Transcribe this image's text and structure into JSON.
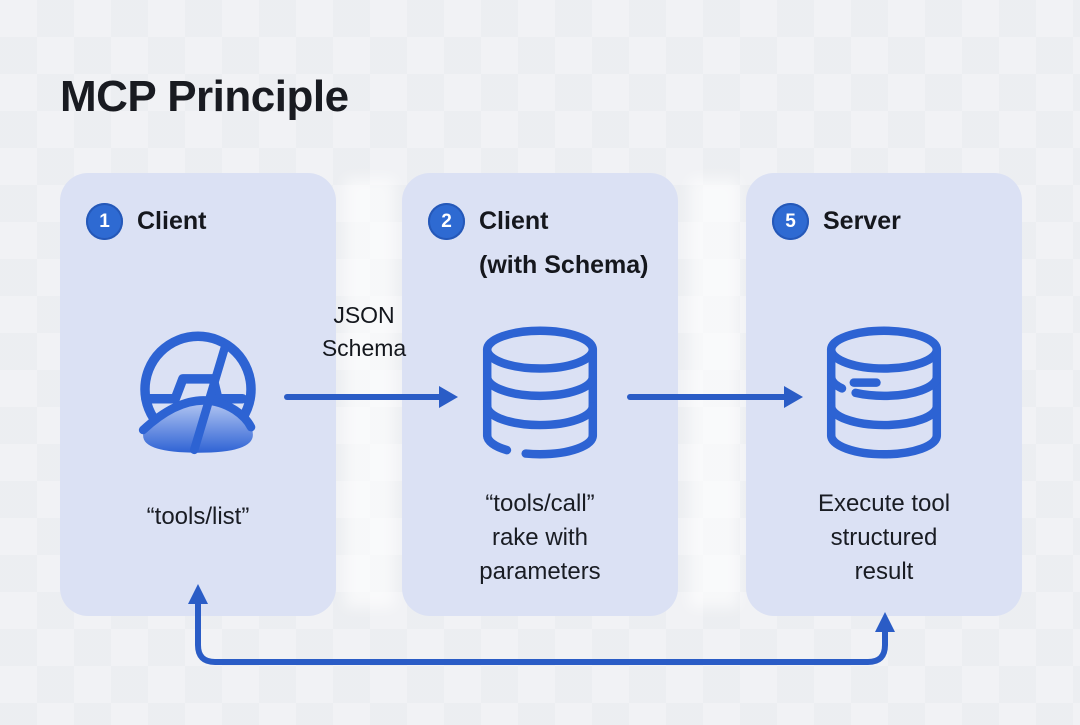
{
  "title": "MCP Principle",
  "panels": [
    {
      "badge": "1",
      "label": "Client",
      "sublabel": "",
      "icon": "gauge-pulse-icon",
      "caption": [
        "“tools/list”"
      ]
    },
    {
      "badge": "2",
      "label": "Client",
      "sublabel": "(with Schema)",
      "icon": "database-icon",
      "caption": [
        "“tools/call”",
        "rake with",
        "parameters"
      ]
    },
    {
      "badge": "5",
      "label": "Server",
      "sublabel": "",
      "icon": "database-icon",
      "caption": [
        "Execute tool",
        "structured",
        "result"
      ]
    }
  ],
  "arrows": {
    "client_to_schema": {
      "label_lines": [
        "JSON",
        "Schema"
      ]
    },
    "schema_to_server": {
      "label_lines": []
    },
    "bottom_loop": {
      "label_lines": []
    }
  },
  "colors": {
    "page_bg": "#f1f2f5",
    "card_bg": "#dbe1f4",
    "badge_blue": "#2e6ad2",
    "icon_blue": "#2d63d3",
    "arrow_blue": "#2a5cc6",
    "text_dark": "#15171d"
  }
}
